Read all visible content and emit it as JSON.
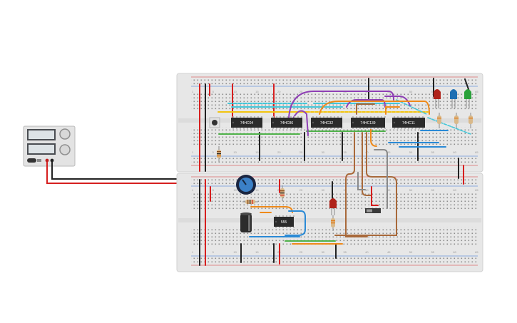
{
  "chips": [
    {
      "id": "u1",
      "label": "74HC04"
    },
    {
      "id": "u2",
      "label": "74HC86"
    },
    {
      "id": "u3",
      "label": "74HC32"
    },
    {
      "id": "u4",
      "label": "74HC139"
    },
    {
      "id": "u5",
      "label": "74HC11"
    },
    {
      "id": "u6",
      "label": "555"
    }
  ],
  "column_numbers": [
    "1",
    "5",
    "10",
    "15",
    "20",
    "25",
    "30",
    "35",
    "40",
    "45",
    "50",
    "55",
    "60",
    "65"
  ],
  "leds": [
    {
      "name": "red",
      "color": "#b0231a"
    },
    {
      "name": "blue",
      "color": "#1e6fb3"
    },
    {
      "name": "green",
      "color": "#2aa13a"
    },
    {
      "name": "red",
      "color": "#b0231a"
    }
  ],
  "colors": {
    "breadboard": "#e7e7e7",
    "rail_red": "#d62a2a",
    "rail_blue": "#2a6fd6",
    "wire_red": "#d61f1f",
    "wire_black": "#222222",
    "wire_yellow": "#f2c40f",
    "wire_cyan": "#43c6d8",
    "wire_purple": "#8e3fb5",
    "wire_orange": "#ef8a1a",
    "wire_green": "#4fb24a",
    "wire_blue": "#2a8ad6",
    "wire_brown": "#a8693a",
    "wire_gray": "#8a8a8a"
  }
}
